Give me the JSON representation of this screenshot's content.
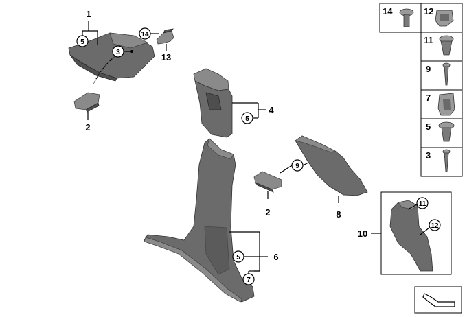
{
  "callouts": {
    "c1": "1",
    "c2a": "2",
    "c2b": "2",
    "c3": "3",
    "c4": "4",
    "c5a": "5",
    "c5b": "5",
    "c5c": "5",
    "c6": "6",
    "c7": "7",
    "c8": "8",
    "c9": "9",
    "c10": "10",
    "c11": "11",
    "c12": "12",
    "c13": "13",
    "c14": "14"
  },
  "parts_table": {
    "rows": [
      {
        "left": "14",
        "right": "12"
      },
      {
        "right": "11"
      },
      {
        "right": "9"
      },
      {
        "right": "7"
      },
      {
        "right": "5"
      },
      {
        "right": "3"
      }
    ]
  },
  "inset": {
    "c11": "11",
    "c12": "12"
  },
  "icons": {
    "diagram_ref": "trim-arrow-icon"
  },
  "colors": {
    "part_fill": "#6b6b6b",
    "line": "#000000",
    "background": "#ffffff"
  }
}
